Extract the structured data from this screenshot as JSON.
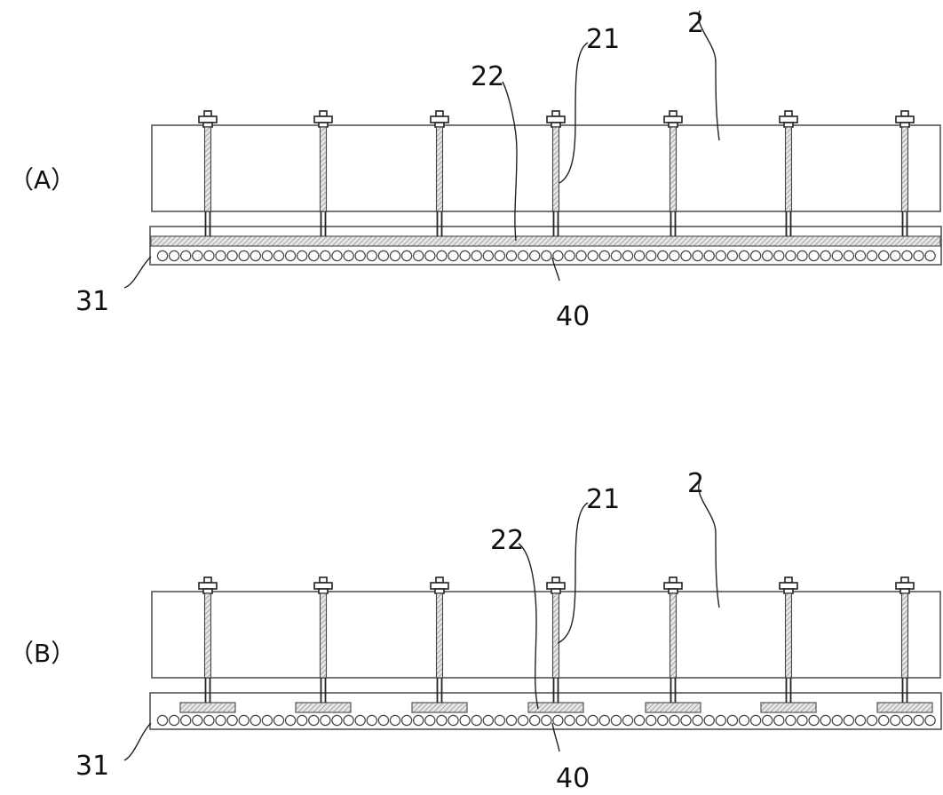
{
  "colors": {
    "line": "#555555",
    "dark": "#222222",
    "hatch": "#9a9a9a",
    "background": "#ffffff"
  },
  "panels": [
    {
      "id": "a",
      "label": "（A）",
      "plate_22": "continuous",
      "bolt_count": 7,
      "callouts": {
        "block": "2",
        "bolt": "21",
        "plate": "22",
        "base": "31",
        "rollers": "40"
      }
    },
    {
      "id": "b",
      "label": "（B）",
      "plate_22": "segmented",
      "bolt_count": 7,
      "callouts": {
        "block": "2",
        "bolt": "21",
        "plate": "22",
        "base": "31",
        "rollers": "40"
      }
    }
  ]
}
